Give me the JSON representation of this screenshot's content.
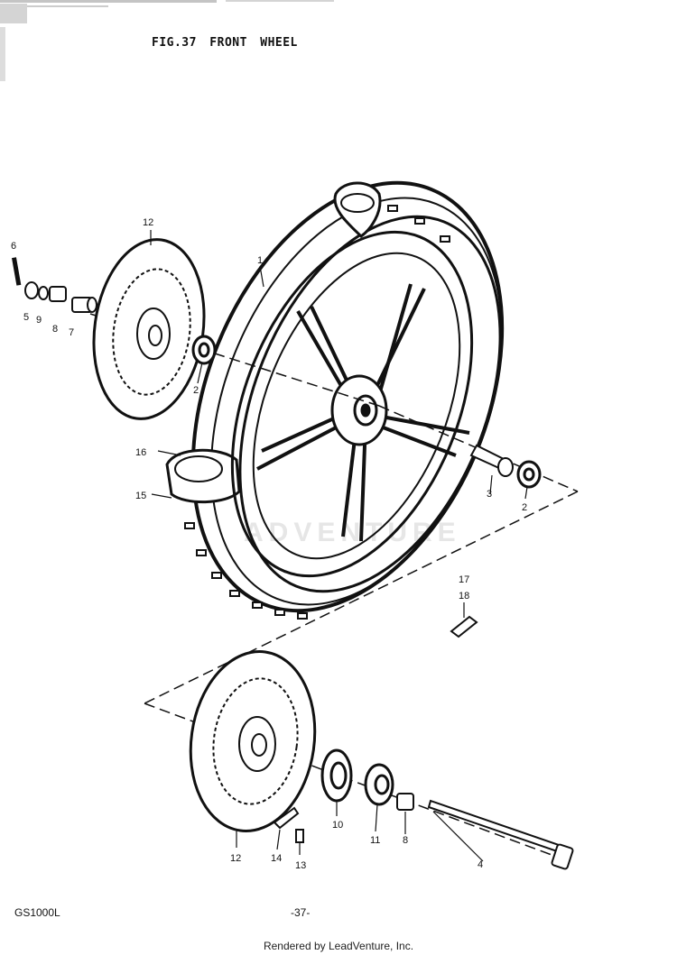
{
  "figure": {
    "title": "FIG.37  FRONT WHEEL"
  },
  "footer": {
    "model": "GS1000L",
    "page": "-37-",
    "credit": "Rendered by LeadVenture, Inc."
  },
  "watermark": "ADVENTURE",
  "callouts": {
    "c1": "1",
    "c2a": "2",
    "c2b": "2",
    "c3": "3",
    "c4": "4",
    "c5": "5",
    "c6": "6",
    "c7": "7",
    "c8a": "8",
    "c8b": "8",
    "c9": "9",
    "c10": "10",
    "c11": "11",
    "c12a": "12",
    "c12b": "12",
    "c13": "13",
    "c14": "14",
    "c15": "15",
    "c16": "16",
    "c17": "17",
    "c18": "18"
  }
}
